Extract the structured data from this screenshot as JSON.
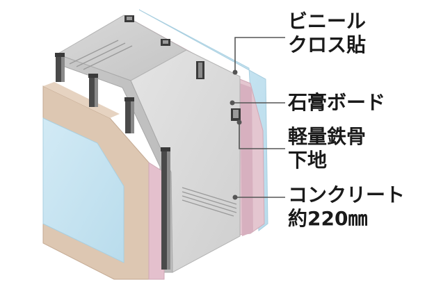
{
  "labels": {
    "vinyl_cloth": {
      "line1": "ビニール",
      "line2": "クロス貼"
    },
    "gypsum_board": {
      "line1": "石膏ボード"
    },
    "steel_frame": {
      "line1": "軽量鉄骨",
      "line2": "下地"
    },
    "concrete": {
      "line1": "コンクリート",
      "line2": "約220㎜"
    }
  },
  "colors": {
    "leader_line": "#555555",
    "leader_dot": "#5a5a5a",
    "cloth_blue": "#c6e4f1",
    "gypsum_pink": "#e3c3cd",
    "gypsum_beige": "#ddc6b0",
    "concrete_gray": "#d6d6d6",
    "steel_dark": "#4a4a4a"
  }
}
